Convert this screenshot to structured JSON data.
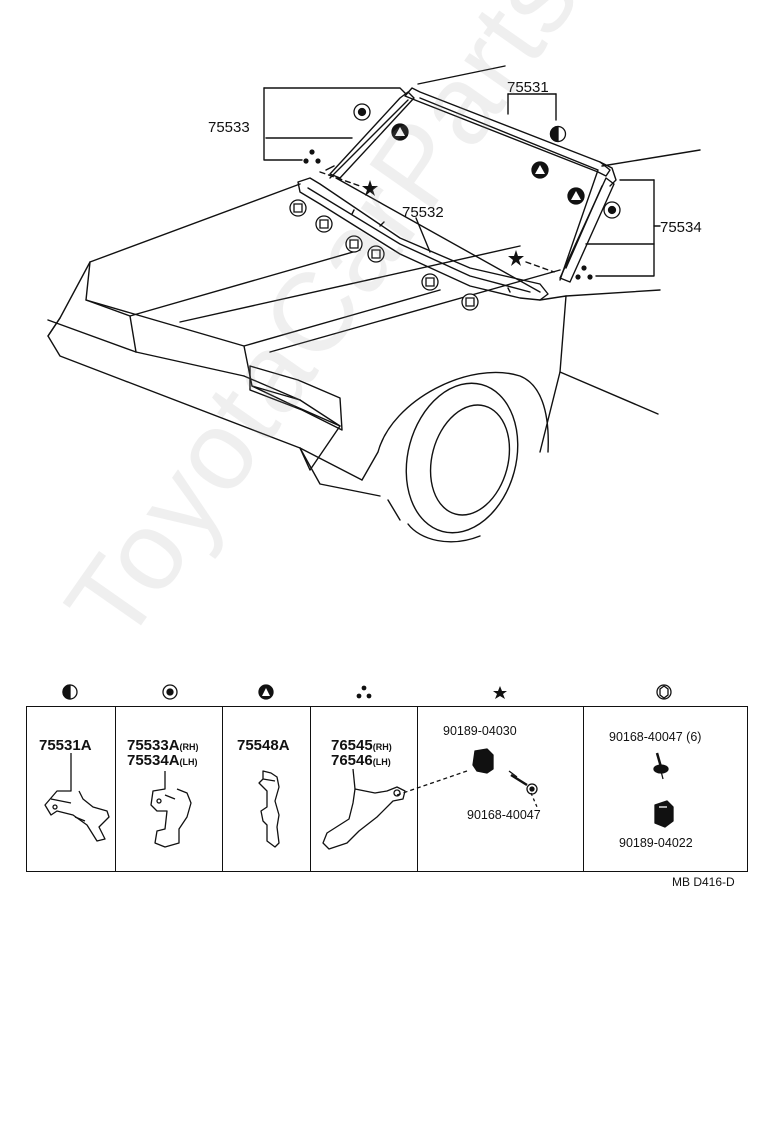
{
  "callouts": {
    "c75531": "75531",
    "c75533": "75533",
    "c75532": "75532",
    "c75534": "75534"
  },
  "legend": [
    {
      "symbol": "half-circle",
      "lines": [
        "75531A"
      ],
      "sub": [
        "",
        ""
      ]
    },
    {
      "symbol": "ring",
      "lines": [
        "75533A",
        "75534A"
      ],
      "sub": [
        "(RH)",
        "(LH)"
      ]
    },
    {
      "symbol": "triangle-circle",
      "lines": [
        "75548A"
      ],
      "sub": [
        "",
        ""
      ]
    },
    {
      "symbol": "three-dots",
      "lines": [
        "76545",
        "76546"
      ],
      "sub": [
        "(RH)",
        "(LH)"
      ]
    },
    {
      "symbol": "star",
      "codes": [
        "90189-04030",
        "90168-40047"
      ]
    },
    {
      "symbol": "hexagon-circle",
      "codes": [
        "90168-40047 (6)",
        "90189-04022"
      ]
    }
  ],
  "diagram_code": "MB D416-D",
  "watermark": "ToyotaCarParts.ru"
}
